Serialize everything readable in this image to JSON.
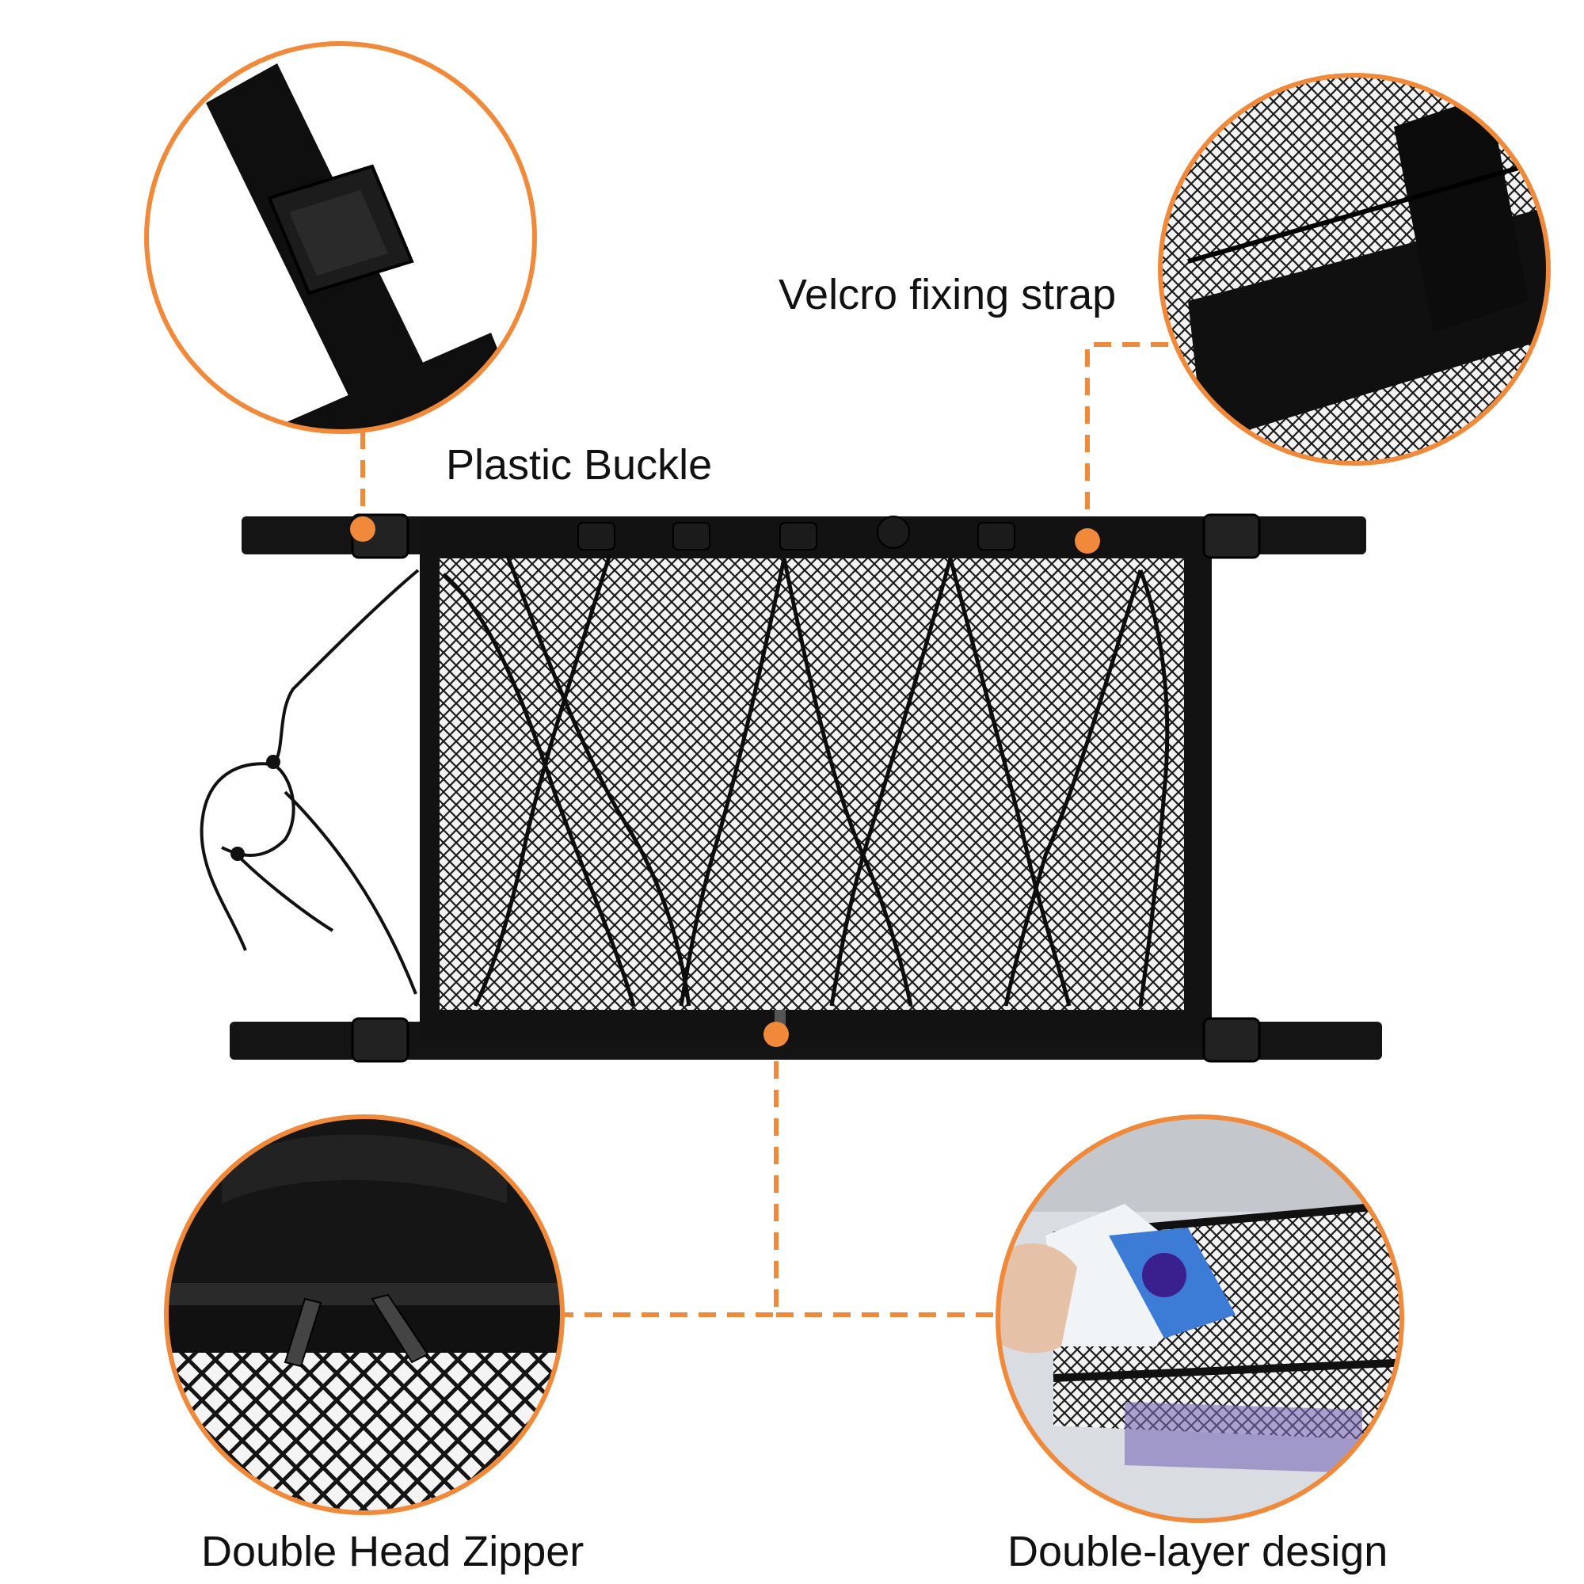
{
  "labels": {
    "plastic_buckle": "Plastic Buckle",
    "velcro_strap": "Velcro fixing strap",
    "zipper": "Double Head Zipper",
    "double_layer": "Double-layer design"
  },
  "colors": {
    "accent": "#F08A3A",
    "product_black": "#141414",
    "mesh_gray": "#8a8a8a"
  }
}
